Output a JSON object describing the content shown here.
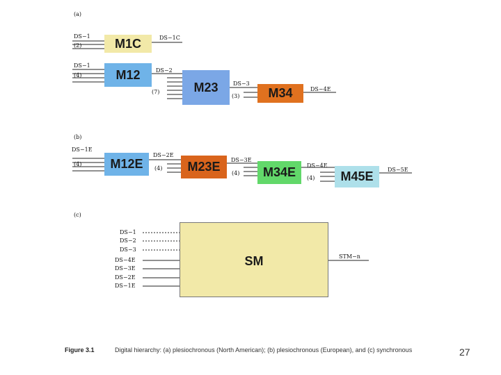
{
  "panels": {
    "a": {
      "label": "(a)",
      "blocks": {
        "m1c": "M1C",
        "m12": "M12",
        "m23": "M23",
        "m34": "M34"
      },
      "labels": {
        "ds1_top": "DS−1",
        "n2": "(2)",
        "ds1c": "DS−1C",
        "ds1_mid": "DS−1",
        "n4": "(4)",
        "ds2": "DS−2",
        "n7": "(7)",
        "ds3": "DS−3",
        "n3": "(3)",
        "ds4e": "DS−4E"
      }
    },
    "b": {
      "label": "(b)",
      "blocks": {
        "m12e": "M12E",
        "m23e": "M23E",
        "m34e": "M34E",
        "m45e": "M45E"
      },
      "labels": {
        "ds1e": "DS−1E",
        "n4a": "(4)",
        "ds2e": "DS−2E",
        "n4b": "(4)",
        "ds3e": "DS−3E",
        "n4c": "(4)",
        "ds4e": "DS−4E",
        "n4d": "(4)",
        "ds5e": "DS−5E"
      }
    },
    "c": {
      "label": "(c)",
      "block": "SM",
      "inputs": [
        "DS−1",
        "DS−2",
        "DS−3",
        "DS−4E",
        "DS−3E",
        "DS−2E",
        "DS−1E"
      ],
      "output": "STM−n"
    }
  },
  "caption": {
    "figure": "Figure 3.1",
    "text": "Digital hierarchy: (a) plesiochronous (North American); (b) plesiochronous (European), and (c) synchronous"
  },
  "page_number": "27",
  "colors": {
    "m1c": "#f2e9a8",
    "m12": "#6fb3e8",
    "m23": "#7ba7e6",
    "m34": "#e0711f",
    "m12e": "#6fb3e8",
    "m23e": "#d9641c",
    "m34e": "#62d86a",
    "m45e": "#aee0ea",
    "sm": "#f2e9a8"
  }
}
